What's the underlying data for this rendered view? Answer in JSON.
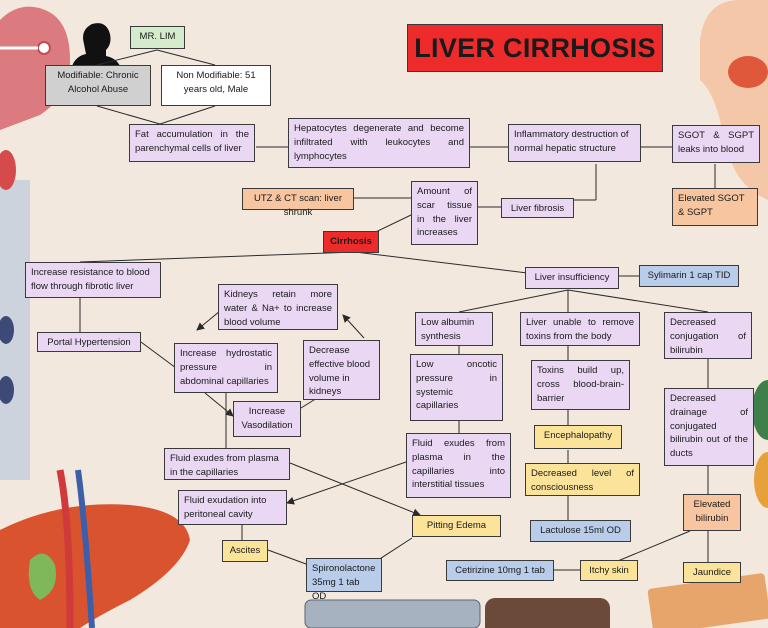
{
  "title": "LIVER CIRRHOSIS",
  "colors": {
    "background": "#f3e8dd",
    "purple_box": "#ead7f4",
    "title_red": "#ed2b2b",
    "yellow_box": "#fbe39a",
    "blue_box": "#b9cdea",
    "orange_box": "#f7c59f",
    "green_box": "#d5eccc",
    "gray_box": "#d0d0d0"
  },
  "decorations": [
    "patient-silhouette-icon",
    "liver-illustration-icon",
    "torso-illustration-icon",
    "medical-bag-icon",
    "clipboard-icon"
  ],
  "nodes": {
    "patient": "MR. LIM",
    "modifiable": "Modifiable: Chronic Alcohol Abuse",
    "non_modifiable": "Non Modifiable: 51 years old, Male",
    "fat_accumulation": "Fat accumulation in the parenchymal cells of liver",
    "hepatocytes": "Hepatocytes degenerate and become infiltrated with leukocytes and lymphocytes",
    "inflammatory": "Inflammatory destruction of normal hepatic structure",
    "sgot_leaks": "SGOT & SGPT leaks into blood",
    "elevated_sgot": "Elevated SGOT & SGPT",
    "utz_ct": "UTZ & CT scan: liver shrunk",
    "scar_tissue": "Amount of scar tissue in the liver increases",
    "liver_fibrosis": "Liver fibrosis",
    "cirrhosis": "Cirrhosis",
    "increase_resistance": "Increase resistance to blood flow through fibrotic liver",
    "liver_insufficiency": "Liver insufficiency",
    "sylimarin": "Sylimarin 1 cap TID",
    "kidneys_retain": "Kidneys retain more water & Na+ to increase blood volume",
    "portal_hypertension": "Portal Hypertension",
    "increase_hydrostatic": "Increase hydrostatic pressure in abdominal capillaries",
    "decrease_effective": "Decrease effective blood volume in kidneys",
    "increase_vasodilation": "Increase Vasodilation",
    "low_albumin": "Low albumin synthesis",
    "low_oncotic": "Low oncotic pressure in systemic capillaries",
    "liver_unable": "Liver unable to remove toxins from the body",
    "toxins_build": "Toxins build up, cross blood-brain-barrier",
    "encephalopathy": "Encephalopathy",
    "decreased_consciousness": "Decreased level of consciousness",
    "lactulose": "Lactulose 15ml OD",
    "decreased_conjugation": "Decreased conjugation of bilirubin",
    "decreased_drainage": "Decreased drainage of conjugated bilirubin out of the ducts",
    "elevated_bilirubin": "Elevated bilirubin",
    "jaundice": "Jaundice",
    "itchy_skin": "Itchy skin",
    "cetirizine": "Cetirizine 10mg 1 tab",
    "fluid_exudes_capillaries": "Fluid exudes from plasma in the capillaries",
    "fluid_exudation_peritoneal": "Fluid exudation into peritoneal cavity",
    "fluid_exudes_interstitial": "Fluid exudes from plasma in the capillaries into interstitial tissues",
    "ascites": "Ascites",
    "spironolactone": "Spironolactone 35mg 1 tab OD",
    "pitting_edema": "Pitting Edema"
  }
}
